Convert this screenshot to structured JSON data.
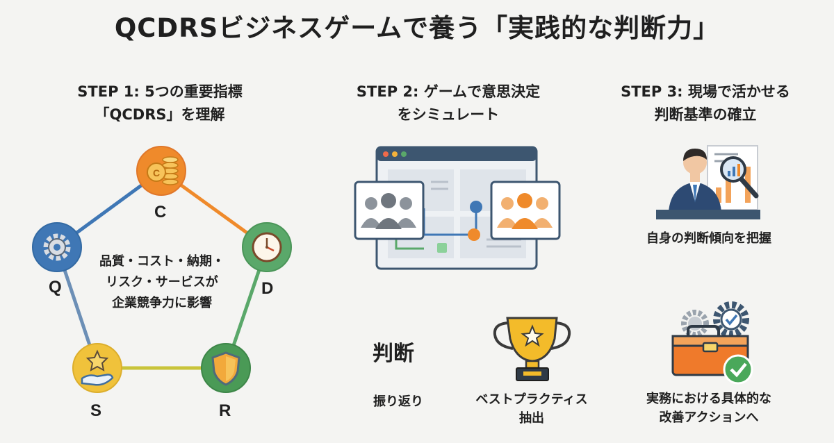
{
  "title": "QCDRSビジネスゲームで養う「実践的な判断力」",
  "steps": [
    {
      "line1": "STEP 1: 5つの重要指標",
      "line2": "「QCDRS」を理解"
    },
    {
      "line1": "STEP 2: ゲームで意思決定",
      "line2": "をシミュレート"
    },
    {
      "line1": "STEP 3: 現場で活かせる",
      "line2": "判断基準の確立"
    }
  ],
  "pentagon": {
    "nodes": [
      {
        "letter": "C",
        "icon": "coins-icon",
        "color": "#ef8a2b"
      },
      {
        "letter": "D",
        "icon": "clock-icon",
        "color": "#5aa86a"
      },
      {
        "letter": "R",
        "icon": "shield-icon",
        "color": "#4a9a56"
      },
      {
        "letter": "S",
        "icon": "hand-star-icon",
        "color": "#f0c23b"
      },
      {
        "letter": "Q",
        "icon": "gear-icon",
        "color": "#3f77b5"
      }
    ],
    "center_lines": [
      "品質・コスト・納期・",
      "リスク・サービスが",
      "企業競争力に影響"
    ]
  },
  "step2": {
    "judgment": "判断",
    "review": "振り返り",
    "best_practice": [
      "ベストプラクティス",
      "抽出"
    ]
  },
  "step3": {
    "self_analysis": "自身の判断傾向を把握",
    "action_lines": [
      "実務における具体的な",
      "改善アクションへ"
    ]
  }
}
